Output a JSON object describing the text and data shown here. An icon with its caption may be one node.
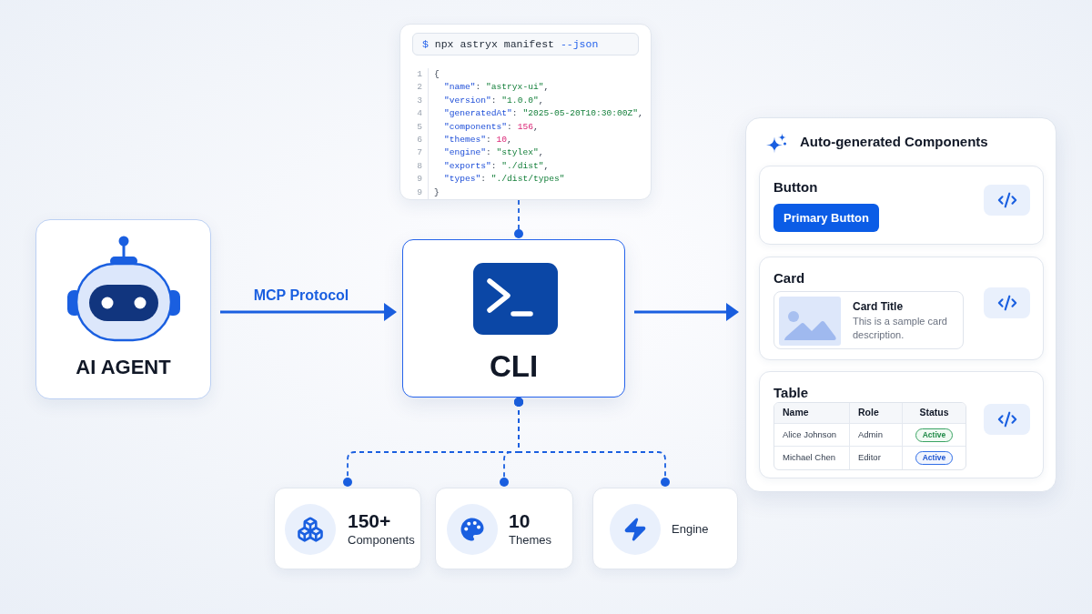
{
  "diagram": {
    "nodes": [
      {
        "text": [
          "{",
          "\"name\": \"astryx-ui\",",
          "\"version\": \"1.0.0\",",
          "\"generatedAt\": \"2025-05-20T10:30:00Z\",",
          "\"components\": 156,",
          "\"themes\": 10,",
          "\"engine\": \"stylex\",",
          "\"exports\": \"./dist\",",
          "\"types\": \"./dist/types\"",
          "}"
        ]
      },
      {
        "text": [
          "$ npx astryx manifest --json"
        ],
        "in": 0
      },
      {
        "text": [
          "AI AGENT"
        ]
      },
      {
        "text": [
          "CLI"
        ]
      },
      {
        "text": [
          "Auto-generated Components"
        ]
      },
      {
        "text": [
          "Button"
        ],
        "in": 4
      },
      {
        "text": [
          "Primary Button"
        ],
        "in": 5
      },
      {
        "text": [
          "Card"
        ],
        "in": 4
      },
      {
        "text": [
          "Card Title",
          "This is a sample card description."
        ],
        "in": 7
      },
      {
        "text": [
          "Table"
        ],
        "in": 4
      },
      {
        "text": [
          "150+",
          "Components"
        ]
      },
      {
        "text": [
          "10",
          "Themes"
        ]
      },
      {
        "text": [
          "Engine"
        ]
      }
    ],
    "edges": [
      {
        "from": 0,
        "to": 3,
        "arrow": "other",
        "style": "dashed"
      },
      {
        "from": 2,
        "to": 3,
        "arrow": "to",
        "label": "MCP Protocol"
      },
      {
        "from": 3,
        "to": 4,
        "arrow": "to"
      },
      {
        "from": 3,
        "to": 10,
        "arrow": "other",
        "style": "dashed"
      },
      {
        "from": 3,
        "to": 11,
        "arrow": "other",
        "style": "dashed"
      },
      {
        "from": 3,
        "to": 12,
        "arrow": "other",
        "style": "dashed"
      }
    ],
    "labels": [
      "1",
      "2",
      "3",
      "4",
      "5",
      "6",
      "7",
      "8",
      "9",
      "9",
      "Name",
      "Role",
      "Status",
      "Alice Johnson",
      "Admin",
      "Active",
      "Michael Chen",
      "Editor",
      "Active"
    ]
  }
}
